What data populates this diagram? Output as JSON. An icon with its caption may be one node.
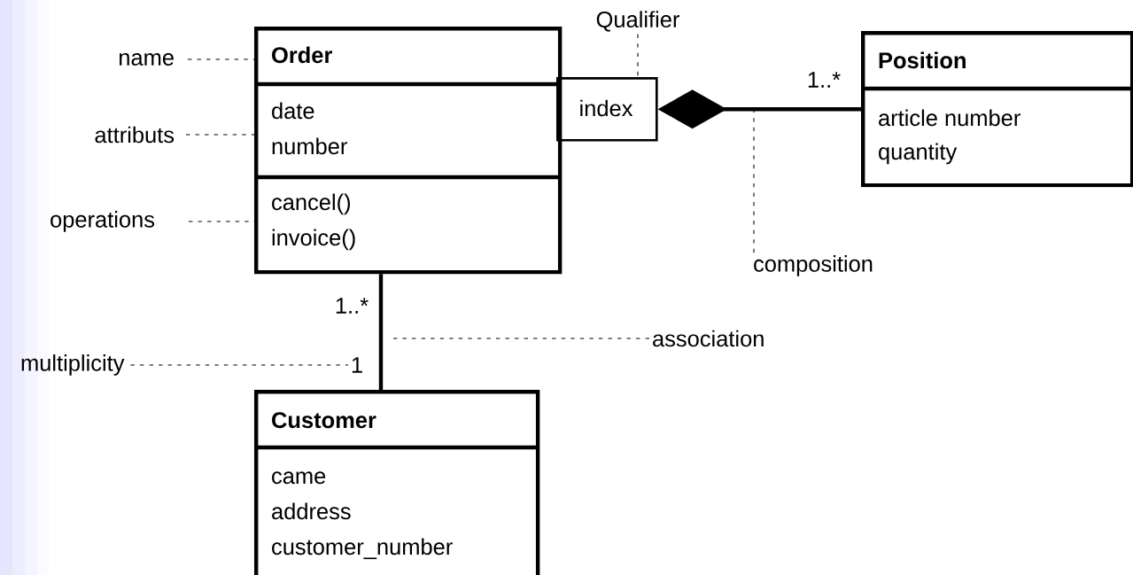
{
  "diagram": {
    "nodes": [
      {
        "text": [
          "Order",
          "date",
          "number",
          "cancel()",
          "invoice()"
        ]
      },
      {
        "text": [
          "Customer",
          "came",
          "address",
          "customer_number"
        ]
      },
      {
        "text": [
          "Position",
          "article number",
          "quantity"
        ]
      },
      {
        "text": [
          "index"
        ]
      },
      {
        "text": [
          "name"
        ]
      },
      {
        "text": [
          "attributs"
        ]
      },
      {
        "text": [
          "operations"
        ]
      },
      {
        "text": [
          "Qualifier"
        ]
      },
      {
        "text": [
          "composition"
        ]
      },
      {
        "text": [
          "association"
        ]
      },
      {
        "text": [
          "multiplicity"
        ]
      },
      {
        "text": [
          "1"
        ]
      }
    ],
    "edges": [
      {
        "from": 0,
        "to": 1,
        "arrow": "none",
        "style": "thick"
      },
      {
        "from": 3,
        "to": 2,
        "arrow": "other",
        "style": "thick"
      },
      {
        "from": 4,
        "to": 0,
        "arrow": "none",
        "style": "dashed"
      },
      {
        "from": 5,
        "to": 0,
        "arrow": "none",
        "style": "dashed"
      },
      {
        "from": 6,
        "to": 0,
        "arrow": "none",
        "style": "dashed"
      },
      {
        "from": 7,
        "to": 3,
        "arrow": "none",
        "style": "dashed"
      },
      {
        "from": 8,
        "to": null,
        "arrow": "none",
        "style": "dashed"
      },
      {
        "from": 9,
        "to": null,
        "arrow": "none",
        "style": "dashed"
      },
      {
        "from": 10,
        "to": 11,
        "arrow": "none",
        "style": "dashed"
      }
    ],
    "labels": [
      "1..*",
      "1..*"
    ]
  }
}
